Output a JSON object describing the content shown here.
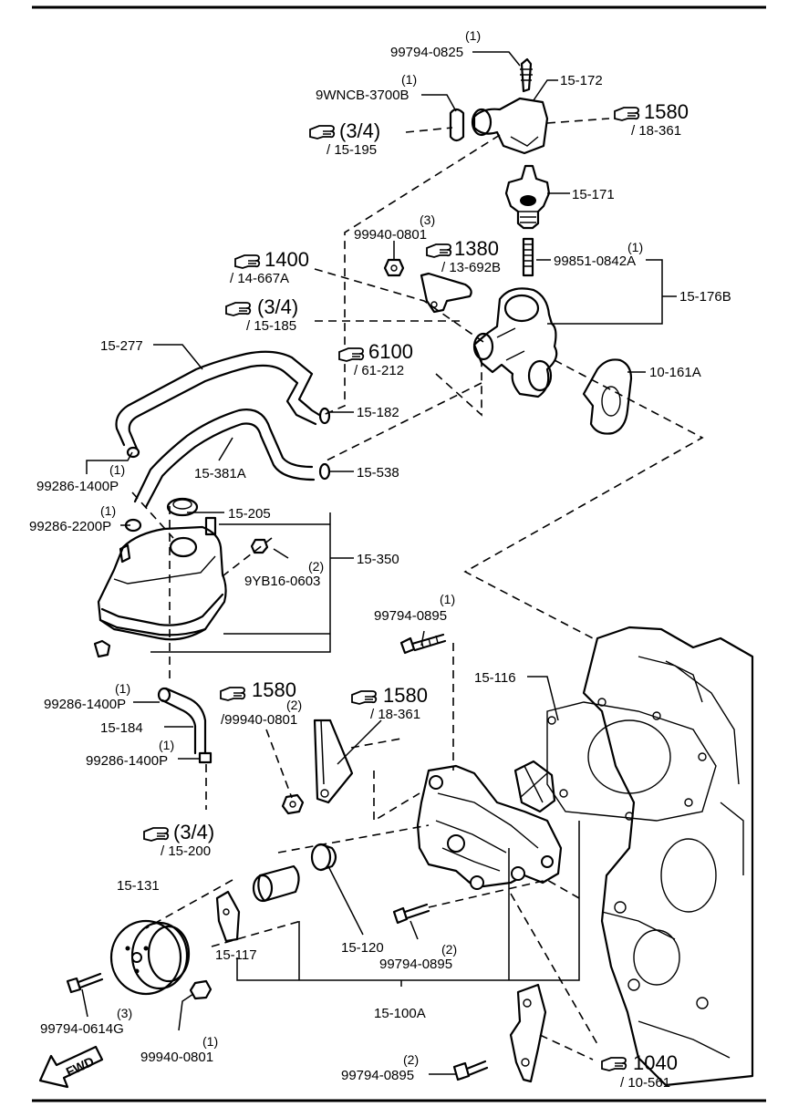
{
  "labels": {
    "p_99794_0825": "99794-0825",
    "q_99794_0825": "(1)",
    "p_15_172": "15-172",
    "p_9wncb": "9WNCB-3700B",
    "q_9wncb": "(1)",
    "ref_1580_a_num": "1580",
    "ref_1580_a_sub": "/ 18-361",
    "ref_34_a_num": "(3/4)",
    "ref_34_a_sub": "/ 15-195",
    "p_15_171": "15-171",
    "p_99940_0801_a": "99940-0801",
    "q_99940_0801_a": "(3)",
    "ref_1400_num": "1400",
    "ref_1400_sub": "/ 14-667A",
    "ref_1380_num": "1380",
    "ref_1380_sub": "/ 13-692B",
    "p_99851": "99851-0842A",
    "q_99851": "(1)",
    "p_15_176b": "15-176B",
    "ref_34_b_num": "(3/4)",
    "ref_34_b_sub": "/ 15-185",
    "p_15_277": "15-277",
    "ref_6100_num": "6100",
    "ref_6100_sub": "/ 61-212",
    "p_10_161a": "10-161A",
    "p_15_182": "15-182",
    "p_15_381a": "15-381A",
    "p_15_538": "15-538",
    "p_99286_1400p_a": "99286-1400P",
    "q_99286_1400p_a": "(1)",
    "p_99286_2200p": "99286-2200P",
    "q_99286_2200p": "(1)",
    "p_15_205": "15-205",
    "p_15_350": "15-350",
    "p_9yb16": "9YB16-0603",
    "q_9yb16": "(2)",
    "p_99794_0895_a": "99794-0895",
    "q_99794_0895_a": "(1)",
    "p_15_116": "15-116",
    "p_99286_1400p_b": "99286-1400P",
    "q_99286_1400p_b": "(1)",
    "ref_1580_b_num": "1580",
    "ref_1580_b_sub": "/99940-0801",
    "q_1580_b": "(2)",
    "ref_1580_c_num": "1580",
    "ref_1580_c_sub": "/ 18-361",
    "p_15_184": "15-184",
    "p_99286_1400p_c": "99286-1400P",
    "q_99286_1400p_c": "(1)",
    "ref_34_c_num": "(3/4)",
    "ref_34_c_sub": "/ 15-200",
    "p_15_131": "15-131",
    "p_15_117": "15-117",
    "p_15_120": "15-120",
    "p_99794_0895_b": "99794-0895",
    "q_99794_0895_b": "(2)",
    "p_99794_0614g": "99794-0614G",
    "q_99794_0614g": "(3)",
    "p_15_100a": "15-100A",
    "p_99940_0801_b": "99940-0801",
    "q_99940_0801_b": "(1)",
    "fwd": "FWD",
    "ref_1040_num": "1040",
    "ref_1040_sub": "/ 10-561",
    "p_99794_0895_c": "99794-0895",
    "q_99794_0895_c": "(2)"
  },
  "icons": [
    "hand-pointer-icon",
    "fwd-arrow-icon"
  ],
  "colors": {
    "ink": "#000000",
    "paper": "#ffffff"
  }
}
